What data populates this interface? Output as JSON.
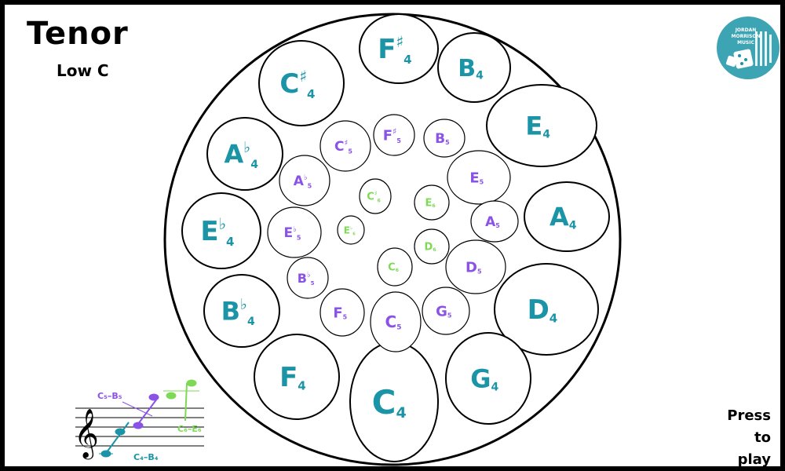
{
  "header": {
    "title": "Tenor",
    "subtitle": "Low C"
  },
  "logo": {
    "line1": "JORDAN",
    "line2": "MORRISON",
    "line3": "MUSIC"
  },
  "press_to_play": [
    "Press",
    "to",
    "play"
  ],
  "colors": {
    "octave4": "#1A94A6",
    "octave5": "#8A53E6",
    "octave6": "#7ED957",
    "outline": "#000000"
  },
  "notes": [
    {
      "id": "f-sharp-4",
      "letter": "F",
      "accidental": "♯",
      "octave": "4",
      "group": "octave4"
    },
    {
      "id": "b-4",
      "letter": "B",
      "accidental": "",
      "octave": "4",
      "group": "octave4"
    },
    {
      "id": "e-4",
      "letter": "E",
      "accidental": "",
      "octave": "4",
      "group": "octave4"
    },
    {
      "id": "a-4",
      "letter": "A",
      "accidental": "",
      "octave": "4",
      "group": "octave4"
    },
    {
      "id": "d-4",
      "letter": "D",
      "accidental": "",
      "octave": "4",
      "group": "octave4"
    },
    {
      "id": "g-4",
      "letter": "G",
      "accidental": "",
      "octave": "4",
      "group": "octave4"
    },
    {
      "id": "c-4",
      "letter": "C",
      "accidental": "",
      "octave": "4",
      "group": "octave4"
    },
    {
      "id": "f-4",
      "letter": "F",
      "accidental": "",
      "octave": "4",
      "group": "octave4"
    },
    {
      "id": "b-flat-4",
      "letter": "B",
      "accidental": "♭",
      "octave": "4",
      "group": "octave4"
    },
    {
      "id": "e-flat-4",
      "letter": "E",
      "accidental": "♭",
      "octave": "4",
      "group": "octave4"
    },
    {
      "id": "a-flat-4",
      "letter": "A",
      "accidental": "♭",
      "octave": "4",
      "group": "octave4"
    },
    {
      "id": "c-sharp-4",
      "letter": "C",
      "accidental": "♯",
      "octave": "4",
      "group": "octave4"
    },
    {
      "id": "f-sharp-5",
      "letter": "F",
      "accidental": "♯",
      "octave": "5",
      "group": "octave5"
    },
    {
      "id": "b-5",
      "letter": "B",
      "accidental": "",
      "octave": "5",
      "group": "octave5"
    },
    {
      "id": "e-5",
      "letter": "E",
      "accidental": "",
      "octave": "5",
      "group": "octave5"
    },
    {
      "id": "a-5",
      "letter": "A",
      "accidental": "",
      "octave": "5",
      "group": "octave5"
    },
    {
      "id": "d-5",
      "letter": "D",
      "accidental": "",
      "octave": "5",
      "group": "octave5"
    },
    {
      "id": "g-5",
      "letter": "G",
      "accidental": "",
      "octave": "5",
      "group": "octave5"
    },
    {
      "id": "c-5",
      "letter": "C",
      "accidental": "",
      "octave": "5",
      "group": "octave5"
    },
    {
      "id": "f-5",
      "letter": "F",
      "accidental": "",
      "octave": "5",
      "group": "octave5"
    },
    {
      "id": "b-flat-5",
      "letter": "B",
      "accidental": "♭",
      "octave": "5",
      "group": "octave5"
    },
    {
      "id": "e-flat-5",
      "letter": "E",
      "accidental": "♭",
      "octave": "5",
      "group": "octave5"
    },
    {
      "id": "a-flat-5",
      "letter": "A",
      "accidental": "♭",
      "octave": "5",
      "group": "octave5"
    },
    {
      "id": "c-sharp-5",
      "letter": "C",
      "accidental": "♯",
      "octave": "5",
      "group": "octave5"
    },
    {
      "id": "c-sharp-6",
      "letter": "C",
      "accidental": "♯",
      "octave": "6",
      "group": "octave6"
    },
    {
      "id": "e-flat-6",
      "letter": "E",
      "accidental": "♭",
      "octave": "6",
      "group": "octave6"
    },
    {
      "id": "c-6",
      "letter": "C",
      "accidental": "",
      "octave": "6",
      "group": "octave6"
    },
    {
      "id": "d-6",
      "letter": "D",
      "accidental": "",
      "octave": "6",
      "group": "octave6"
    },
    {
      "id": "e-6",
      "letter": "E",
      "accidental": "",
      "octave": "6",
      "group": "octave6"
    }
  ],
  "staff_legend": {
    "range_4": "C₄–B₄",
    "range_5": "C₅–B₅",
    "range_6": "C₆–E₆"
  }
}
